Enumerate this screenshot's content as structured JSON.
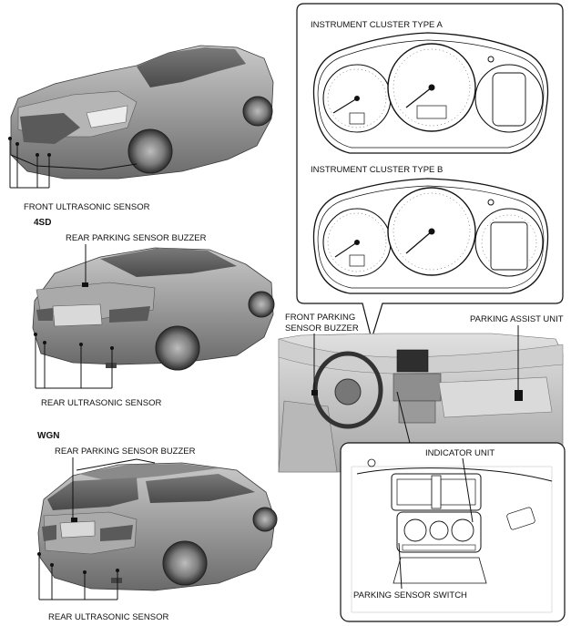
{
  "labels": {
    "front_ultrasonic": "FRONT ULTRASONIC SENSOR",
    "variant_4sd": "4SD",
    "rear_buzzer_4sd": "REAR PARKING SENSOR BUZZER",
    "rear_ultrasonic_4sd": "REAR ULTRASONIC SENSOR",
    "variant_wgn": "WGN",
    "rear_buzzer_wgn": "REAR PARKING SENSOR BUZZER",
    "rear_ultrasonic_wgn": "REAR ULTRASONIC SENSOR",
    "cluster_a": "INSTRUMENT CLUSTER TYPE A",
    "cluster_b": "INSTRUMENT CLUSTER TYPE B",
    "front_buzzer_line1": "FRONT PARKING",
    "front_buzzer_line2": "SENSOR BUZZER",
    "parking_assist_unit": "PARKING ASSIST UNIT",
    "indicator_unit": "INDICATOR UNIT",
    "parking_sensor_switch": "PARKING SENSOR SWITCH"
  },
  "colors": {
    "ink": "#111111",
    "body_fill": "#9a9a9a",
    "body_light": "#c4c4c4",
    "body_dark": "#5e5e5e"
  }
}
